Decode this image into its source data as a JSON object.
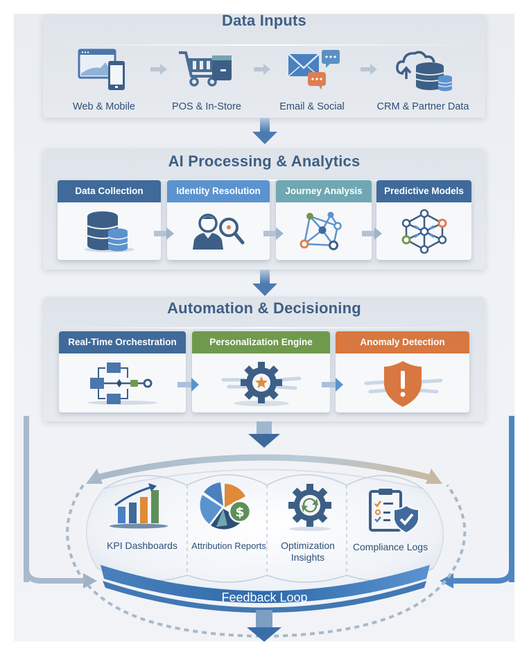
{
  "colors": {
    "title_blue": "#3d5f86",
    "navy": "#3b5b86",
    "mid_blue": "#5b8fc4",
    "teal": "#6fa7b3",
    "green": "#6f9a4c",
    "orange": "#d8773f",
    "feedback_blue": "#3a72b0"
  },
  "data_inputs": {
    "title": "Data Inputs",
    "sources": [
      {
        "label": "Web & Mobile",
        "icon": "browser-mobile-icon"
      },
      {
        "label": "POS & In-Store",
        "icon": "shopping-cart-icon"
      },
      {
        "label": "Email & Social",
        "icon": "email-chat-icon"
      },
      {
        "label": "CRM & Partner Data",
        "icon": "cloud-database-icon"
      }
    ]
  },
  "ai_processing": {
    "title": "AI Processing & Analytics",
    "stages": [
      {
        "label": "Data Collection",
        "icon": "database-icon"
      },
      {
        "label": "Identity Resolution",
        "icon": "person-search-icon"
      },
      {
        "label": "Journey Analysis",
        "icon": "network-graph-icon"
      },
      {
        "label": "Predictive Models",
        "icon": "neural-network-icon"
      }
    ]
  },
  "automation": {
    "title": "Automation & Decisioning",
    "stages": [
      {
        "label": "Real-Time Orchestration",
        "icon": "workflow-icon"
      },
      {
        "label": "Personalization Engine",
        "icon": "gear-star-icon"
      },
      {
        "label": "Anomaly Detection",
        "icon": "shield-alert-icon"
      }
    ]
  },
  "outputs": {
    "items": [
      {
        "label": "KPI Dashboards",
        "icon": "bar-chart-icon"
      },
      {
        "label": "Attribution Reports",
        "icon": "pie-chart-dollar-icon"
      },
      {
        "label": "Optimization Insights",
        "icon": "gear-refresh-icon"
      },
      {
        "label": "Compliance Logs",
        "icon": "clipboard-shield-icon"
      }
    ],
    "feedback_label": "Feedback Loop"
  }
}
